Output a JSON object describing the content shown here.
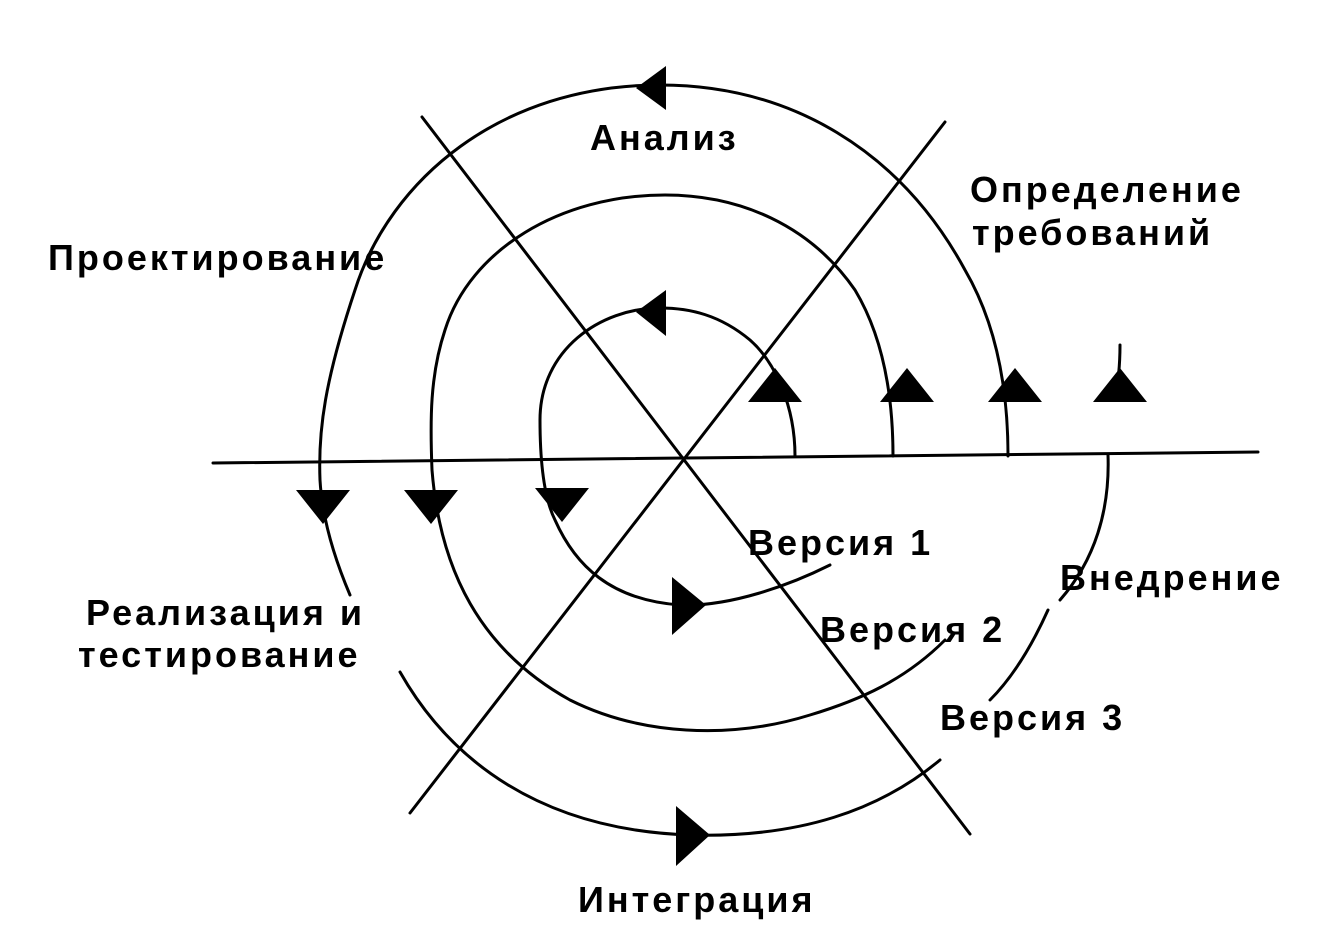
{
  "diagram": {
    "phases": {
      "analysis": "Анализ",
      "requirements_line1": "Определение",
      "requirements_line2": "требований",
      "design": "Проектирование",
      "implementation_line1": "Реализация и",
      "implementation_line2": "тестирование",
      "integration": "Интеграция",
      "deployment": "Внедрение"
    },
    "versions": {
      "v1": "Версия 1",
      "v2": "Версия 2",
      "v3": "Версия 3"
    },
    "colors": {
      "ink": "#000000",
      "background": "#ffffff"
    }
  }
}
